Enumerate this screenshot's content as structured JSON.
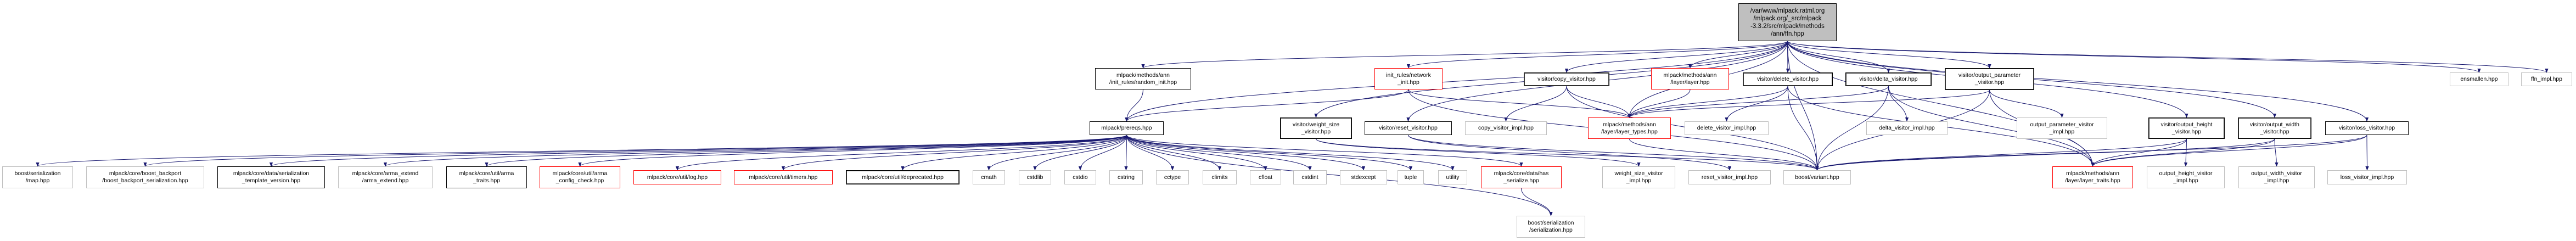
{
  "title": "Include dependency graph for ffn.hpp",
  "colors": {
    "edge": "#191970",
    "red_border": "#ff0000",
    "gray_border": "#bfbfbf",
    "root_fill": "#bfbfbf"
  },
  "nodes": {
    "root": {
      "label": "/var/www/mlpack.ratml.org\n/mlpack.org/_src/mlpack\n-3.3.2/src/mlpack/methods\n/ann/ffn.hpp",
      "style": "root"
    },
    "random_init": {
      "label": "mlpack/methods/ann\n/init_rules/random_init.hpp",
      "style": "black"
    },
    "network_init": {
      "label": "init_rules/network\n_init.hpp",
      "style": "red"
    },
    "copy_visitor": {
      "label": "visitor/copy_visitor.hpp",
      "style": "dark"
    },
    "layer": {
      "label": "mlpack/methods/ann\n/layer/layer.hpp",
      "style": "red"
    },
    "delete_visitor": {
      "label": "visitor/delete_visitor.hpp",
      "style": "dark"
    },
    "delta_visitor": {
      "label": "visitor/delta_visitor.hpp",
      "style": "dark"
    },
    "output_parameter_visitor": {
      "label": "visitor/output_parameter\n_visitor.hpp",
      "style": "dark"
    },
    "ensmallen": {
      "label": "ensmallen.hpp",
      "style": "gray"
    },
    "ffn_impl": {
      "label": "ffn_impl.hpp",
      "style": "gray"
    },
    "prereqs": {
      "label": "mlpack/prereqs.hpp",
      "style": "black"
    },
    "weight_size_visitor": {
      "label": "visitor/weight_size\n_visitor.hpp",
      "style": "dark"
    },
    "reset_visitor": {
      "label": "visitor/reset_visitor.hpp",
      "style": "black"
    },
    "copy_visitor_impl": {
      "label": "copy_visitor_impl.hpp",
      "style": "gray"
    },
    "layer_types": {
      "label": "mlpack/methods/ann\n/layer/layer_types.hpp",
      "style": "red"
    },
    "delete_visitor_impl": {
      "label": "delete_visitor_impl.hpp",
      "style": "gray"
    },
    "delta_visitor_impl": {
      "label": "delta_visitor_impl.hpp",
      "style": "gray"
    },
    "output_parameter_visitor_impl": {
      "label": "output_parameter_visitor\n_impl.hpp",
      "style": "gray"
    },
    "output_height_visitor": {
      "label": "visitor/output_height\n_visitor.hpp",
      "style": "dark"
    },
    "output_width_visitor": {
      "label": "visitor/output_width\n_visitor.hpp",
      "style": "dark"
    },
    "loss_visitor": {
      "label": "visitor/loss_visitor.hpp",
      "style": "black"
    },
    "map": {
      "label": "boost/serialization\n/map.hpp",
      "style": "gray"
    },
    "boost_backport": {
      "label": "mlpack/core/boost_backport\n/boost_backport_serialization.hpp",
      "style": "gray"
    },
    "serialization_template_version": {
      "label": "mlpack/core/data/serialization\n_template_version.hpp",
      "style": "black"
    },
    "arma_extend": {
      "label": "mlpack/core/arma_extend\n/arma_extend.hpp",
      "style": "gray"
    },
    "arma_traits": {
      "label": "mlpack/core/util/arma\n_traits.hpp",
      "style": "black"
    },
    "arma_config_check": {
      "label": "mlpack/core/util/arma\n_config_check.hpp",
      "style": "red"
    },
    "log": {
      "label": "mlpack/core/util/log.hpp",
      "style": "red"
    },
    "timers": {
      "label": "mlpack/core/util/timers.hpp",
      "style": "red"
    },
    "deprecated": {
      "label": "mlpack/core/util/deprecated.hpp",
      "style": "dark"
    },
    "cmath": {
      "label": "cmath",
      "style": "gray"
    },
    "cstdlib": {
      "label": "cstdlib",
      "style": "gray"
    },
    "cstdio": {
      "label": "cstdio",
      "style": "gray"
    },
    "cstring": {
      "label": "cstring",
      "style": "gray"
    },
    "cctype": {
      "label": "cctype",
      "style": "gray"
    },
    "climits": {
      "label": "climits",
      "style": "gray"
    },
    "cfloat": {
      "label": "cfloat",
      "style": "gray"
    },
    "cstdint": {
      "label": "cstdint",
      "style": "gray"
    },
    "stdexcept": {
      "label": "stdexcept",
      "style": "gray"
    },
    "tuple": {
      "label": "tuple",
      "style": "gray"
    },
    "utility": {
      "label": "utility",
      "style": "gray"
    },
    "has_serialize": {
      "label": "mlpack/core/data/has\n_serialize.hpp",
      "style": "red"
    },
    "weight_size_visitor_impl": {
      "label": "weight_size_visitor\n_impl.hpp",
      "style": "gray"
    },
    "reset_visitor_impl": {
      "label": "reset_visitor_impl.hpp",
      "style": "gray"
    },
    "boost_variant": {
      "label": "boost/variant.hpp",
      "style": "gray"
    },
    "layer_traits": {
      "label": "mlpack/methods/ann\n/layer/layer_traits.hpp",
      "style": "red"
    },
    "output_height_visitor_impl": {
      "label": "output_height_visitor\n_impl.hpp",
      "style": "gray"
    },
    "output_width_visitor_impl": {
      "label": "output_width_visitor\n_impl.hpp",
      "style": "gray"
    },
    "loss_visitor_impl": {
      "label": "loss_visitor_impl.hpp",
      "style": "gray"
    },
    "serialization": {
      "label": "boost/serialization\n/serialization.hpp",
      "style": "gray"
    }
  },
  "edges": [
    [
      "root",
      "random_init"
    ],
    [
      "root",
      "network_init"
    ],
    [
      "root",
      "copy_visitor"
    ],
    [
      "root",
      "layer"
    ],
    [
      "root",
      "delete_visitor"
    ],
    [
      "root",
      "delta_visitor"
    ],
    [
      "root",
      "output_parameter_visitor"
    ],
    [
      "root",
      "output_height_visitor"
    ],
    [
      "root",
      "output_width_visitor"
    ],
    [
      "root",
      "loss_visitor"
    ],
    [
      "root",
      "ensmallen"
    ],
    [
      "root",
      "ffn_impl"
    ],
    [
      "root",
      "prereqs"
    ],
    [
      "root",
      "weight_size_visitor"
    ],
    [
      "root",
      "reset_visitor"
    ],
    [
      "root",
      "layer_types"
    ],
    [
      "root",
      "boost_variant"
    ],
    [
      "root",
      "layer_traits"
    ],
    [
      "random_init",
      "prereqs"
    ],
    [
      "network_init",
      "prereqs"
    ],
    [
      "network_init",
      "layer_types"
    ],
    [
      "network_init",
      "boost_variant"
    ],
    [
      "prereqs",
      "map"
    ],
    [
      "prereqs",
      "boost_backport"
    ],
    [
      "prereqs",
      "serialization_template_version"
    ],
    [
      "prereqs",
      "arma_extend"
    ],
    [
      "prereqs",
      "arma_traits"
    ],
    [
      "prereqs",
      "arma_config_check"
    ],
    [
      "prereqs",
      "log"
    ],
    [
      "prereqs",
      "timers"
    ],
    [
      "prereqs",
      "deprecated"
    ],
    [
      "prereqs",
      "cmath"
    ],
    [
      "prereqs",
      "cstdlib"
    ],
    [
      "prereqs",
      "cstdio"
    ],
    [
      "prereqs",
      "cstring"
    ],
    [
      "prereqs",
      "cctype"
    ],
    [
      "prereqs",
      "climits"
    ],
    [
      "prereqs",
      "cfloat"
    ],
    [
      "prereqs",
      "cstdint"
    ],
    [
      "prereqs",
      "stdexcept"
    ],
    [
      "prereqs",
      "tuple"
    ],
    [
      "prereqs",
      "utility"
    ],
    [
      "prereqs",
      "has_serialize"
    ],
    [
      "prereqs",
      "serialization"
    ],
    [
      "has_serialize",
      "serialization"
    ],
    [
      "weight_size_visitor",
      "weight_size_visitor_impl"
    ],
    [
      "weight_size_visitor",
      "boost_variant"
    ],
    [
      "reset_visitor",
      "reset_visitor_impl"
    ],
    [
      "reset_visitor",
      "boost_variant"
    ],
    [
      "copy_visitor",
      "copy_visitor_impl"
    ],
    [
      "copy_visitor",
      "layer_types"
    ],
    [
      "copy_visitor",
      "boost_variant"
    ],
    [
      "layer",
      "layer_types"
    ],
    [
      "layer_types",
      "boost_variant"
    ],
    [
      "delete_visitor",
      "delete_visitor_impl"
    ],
    [
      "delete_visitor",
      "layer_types"
    ],
    [
      "delete_visitor",
      "boost_variant"
    ],
    [
      "delete_visitor",
      "layer_traits"
    ],
    [
      "delta_visitor",
      "delta_visitor_impl"
    ],
    [
      "delta_visitor",
      "layer_types"
    ],
    [
      "delta_visitor",
      "boost_variant"
    ],
    [
      "delta_visitor",
      "layer_traits"
    ],
    [
      "output_parameter_visitor",
      "output_parameter_visitor_impl"
    ],
    [
      "output_parameter_visitor",
      "layer_types"
    ],
    [
      "output_parameter_visitor",
      "boost_variant"
    ],
    [
      "output_parameter_visitor",
      "layer_traits"
    ],
    [
      "output_height_visitor",
      "output_height_visitor_impl"
    ],
    [
      "output_height_visitor",
      "boost_variant"
    ],
    [
      "output_height_visitor",
      "layer_traits"
    ],
    [
      "output_width_visitor",
      "output_width_visitor_impl"
    ],
    [
      "output_width_visitor",
      "boost_variant"
    ],
    [
      "output_width_visitor",
      "layer_traits"
    ],
    [
      "loss_visitor",
      "loss_visitor_impl"
    ],
    [
      "loss_visitor",
      "boost_variant"
    ],
    [
      "loss_visitor",
      "layer_traits"
    ]
  ]
}
